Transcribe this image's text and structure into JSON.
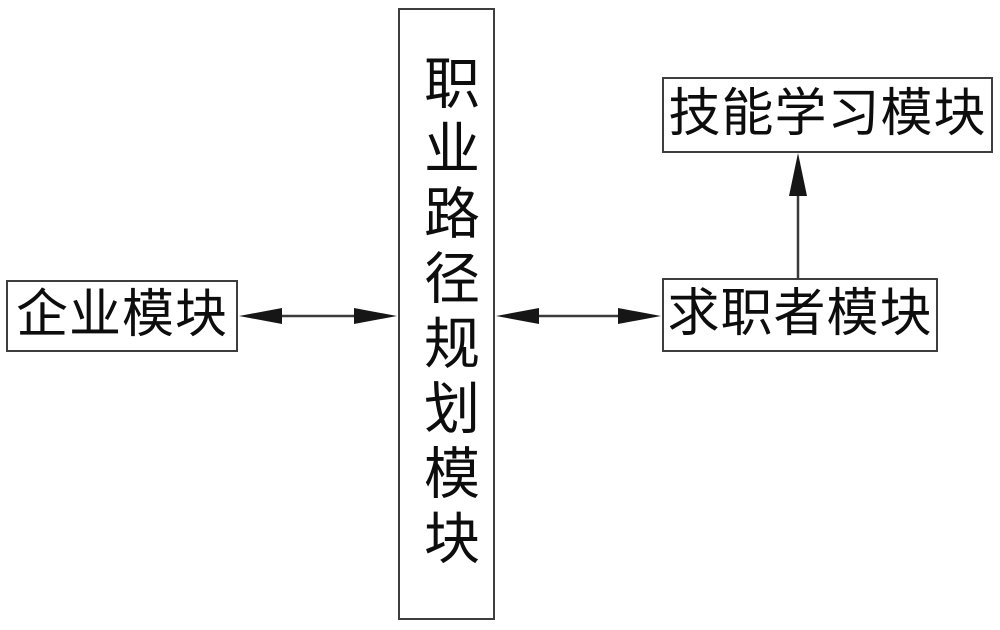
{
  "diagram": {
    "background_color": "#ffffff",
    "border_color": "#3e3e3e",
    "line_color": "#3a3a3a",
    "arrowhead_color": "#161616",
    "text_color": "#0d0d0d",
    "nodes": {
      "planning": {
        "label": "职业路径规划模块",
        "orientation": "vertical"
      },
      "enterprise": {
        "label": "企业模块",
        "orientation": "horizontal"
      },
      "jobseeker": {
        "label": "求职者模块",
        "orientation": "horizontal"
      },
      "skill": {
        "label": "技能学习模块",
        "orientation": "horizontal"
      }
    },
    "connections": [
      {
        "from": "企业模块",
        "to": "职业路径规划模块",
        "type": "bidirectional-horizontal"
      },
      {
        "from": "职业路径规划模块",
        "to": "求职者模块",
        "type": "bidirectional-horizontal"
      },
      {
        "from": "求职者模块",
        "to": "技能学习模块",
        "type": "single-arrow-up"
      }
    ]
  }
}
